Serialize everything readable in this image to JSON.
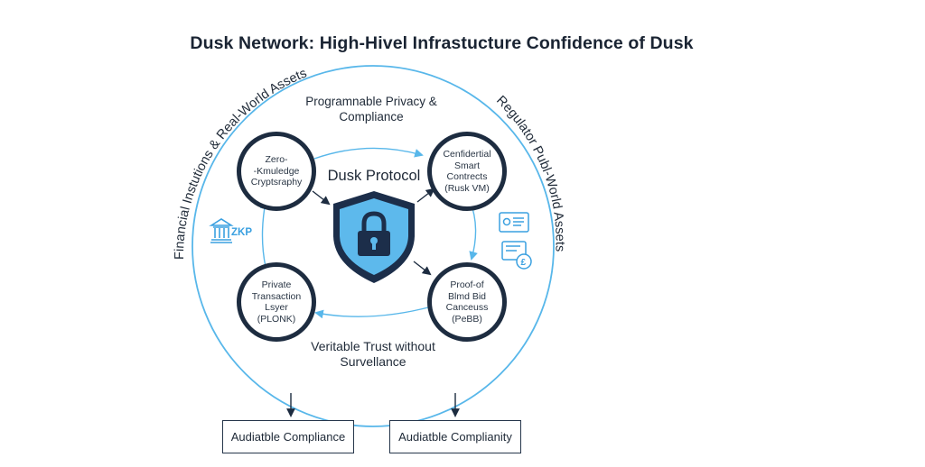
{
  "title": "Dusk Network: High-Hivel Infrastucture Confidence of Dusk",
  "arc_left": "Financial Instutions & Real-World Assets",
  "arc_right": "Regulator Publ-World Assets",
  "top_caption": "Programnable Privacy & Compliance",
  "bottom_caption": "Veritable Trust without Survellance",
  "center": {
    "label": "Dusk Protocol",
    "icon": "shield-lock-icon"
  },
  "zkp_label": "ZKP",
  "nodes": {
    "top_left": [
      "Zero-",
      "-Kmuledge",
      "Cryptsraphy"
    ],
    "top_right": [
      "Cenfidertial",
      "Smart Contrects",
      "(Rusk VM)"
    ],
    "bottom_left": [
      "Private",
      "Transaction",
      "Lsyer",
      "(PLONK)"
    ],
    "bottom_right": [
      "Proof-of",
      "Blmd Bid",
      "Canceuss",
      "(PeBB)"
    ]
  },
  "outputs": [
    "Audiatble Compliance",
    "Audiatble Complianity"
  ],
  "colors": {
    "ring": "#58b7ea",
    "node_border": "#1d2c40",
    "shield_outer": "#1c2e4a",
    "shield_inner": "#5db9ec",
    "accent": "#3aa0e0"
  }
}
